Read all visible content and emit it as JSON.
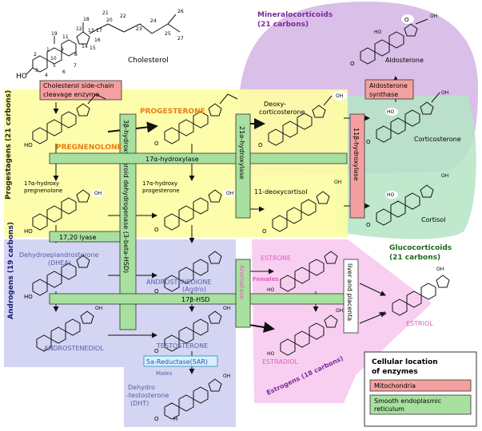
{
  "cholesterol": {
    "name": "Cholesterol",
    "atom_numbers": [
      "1",
      "2",
      "3",
      "4",
      "5",
      "6",
      "7",
      "8",
      "9",
      "10",
      "11",
      "12",
      "13",
      "14",
      "15",
      "16",
      "17",
      "18",
      "19",
      "20",
      "21",
      "22",
      "23",
      "24",
      "25",
      "26",
      "27"
    ],
    "hydroxyl": "HO"
  },
  "enzymes": {
    "side_chain": [
      "Cholesterol side-chain",
      "cleavage enzyme"
    ],
    "hsd3b": "3β-hydroxysteroid dehydrogenase (3-beta-HSD)",
    "hydroxylase_17a": "17α-hydroxylase",
    "hydroxylase_21a": "21α-hydroxylase",
    "hydroxylase_11b": "11β-hydroxylase",
    "lyase_1720": "17,20 lyase",
    "hsd17b": "17β-HSD",
    "aromatase": "Aromatase",
    "aldosterone_synthase": [
      "Aldosterone",
      "synthase"
    ],
    "reductase_5a": "5a-Reductase(5AR)",
    "liver": "liver and placenta"
  },
  "compounds": {
    "progesterone": "PROGESTERONE",
    "pregnenolone": "PREGNENOLONE",
    "hydroxypregnenolone": [
      "17α-hydroxy",
      "pregnenolone"
    ],
    "hydroxyprogesterone": [
      "17α-hydroxy",
      "progesterone"
    ],
    "deoxycorticosterone": [
      "Deoxy-",
      "corticosterone"
    ],
    "deoxycortisol": "11-deoxycortisol",
    "corticosterone": "Corticosterone",
    "cortisol": "Cortisol",
    "aldosterone": "Aldosterone",
    "dhea": [
      "Dehydroepiandrosterone",
      "(DHEA)"
    ],
    "androstenedione": "ANDROSTENEDIONE",
    "andro": "(Andro)",
    "androstenediol": "ANDROSTENEDIOL",
    "testosterone": "TESTOSTERONE",
    "dht": [
      "Dehydro",
      "-testosterone",
      "(DHT)"
    ],
    "estrone": "ESTRONE",
    "estradiol": "ESTRADIOL",
    "estriol": "ESTRIOL"
  },
  "groups": {
    "mineralocorticoids": [
      "Mineralocorticoids",
      "(21 carbons)"
    ],
    "glucocorticoids": [
      "Glucocorticoids",
      "(21 carbons)"
    ],
    "progestagens": "Progestagens (21 carbons)",
    "androgens": "Androgens (19 carbons)",
    "estrogens": "Estrogens (18 carbons)"
  },
  "annotations": {
    "females": "Females",
    "males": "Males"
  },
  "atoms": {
    "ho": "HO",
    "oh": "OH",
    "o": "O",
    "h": "H"
  },
  "legend": {
    "title": [
      "Cellular location",
      "of enzymes"
    ],
    "mitochondria": "Mitochondria",
    "er": [
      "Smooth endoplasmic",
      "reticulum"
    ]
  },
  "colors": {
    "progestagen_bg": "#fefda4",
    "androgen_bg": "#d3d5f2",
    "estrogen_bg": "#f8cff0",
    "mineralo_bg": "#d4b4e4",
    "gluco_bg": "#b4e4c4",
    "enzyme_green": "#a8e0a0",
    "enzyme_pink": "#f4a0a0",
    "orange_text": "#e87d10",
    "blue_text": "#5a5aae",
    "pink_text": "#e060c0",
    "green_text": "#1a6a1a",
    "purple_text": "#7a2a9a"
  }
}
